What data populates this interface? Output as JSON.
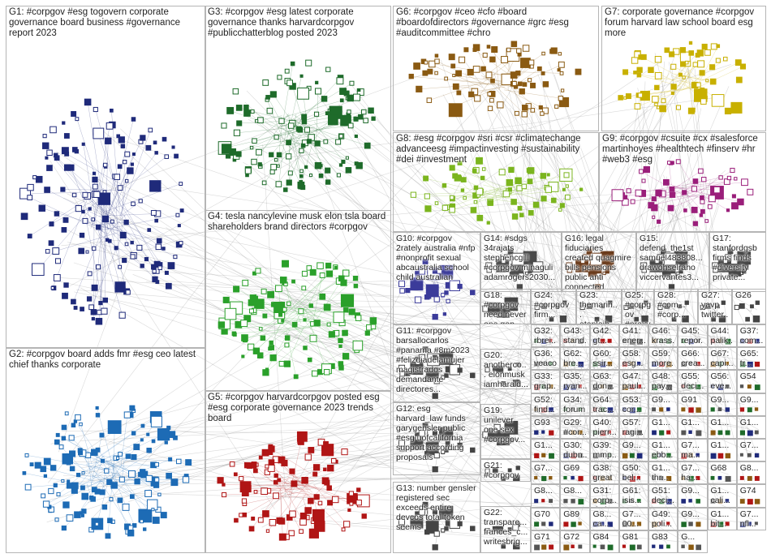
{
  "groups": [
    {
      "id": "G1",
      "label": "G1: #corpgov #esg togovern corporate governance board business #governance report 2023",
      "color": "#1f2a7a"
    },
    {
      "id": "G3",
      "label": "G3: #corpgov #esg latest corporate governance thanks harvardcorpgov #publicchatterblog posted 2023",
      "color": "#1e6b2a"
    },
    {
      "id": "G6",
      "label": "G6: #corpgov #ceo #cfo #board #boardofdirectors #governance #grc #esg #auditcommittee #chro",
      "color": "#8a5a12"
    },
    {
      "id": "G7",
      "label": "G7: corporate governance #corpgov forum harvard law school board esg more",
      "color": "#c8b000"
    },
    {
      "id": "G8",
      "label": "G8: #esg #corpgov #sri #csr #climatechange advanceesg #impactinvesting #sustainability #dei #investment",
      "color": "#7bb51e"
    },
    {
      "id": "G9",
      "label": "G9: #corpgov #csuite #cx #salesforce martinhoyes #healthtech #finserv #hr #web3 #esg",
      "color": "#9a1e7a"
    },
    {
      "id": "G4",
      "label": "G4: tesla nancylevine musk elon tsla board shareholders brand directors #corpgov",
      "color": "#2aa02a"
    },
    {
      "id": "G10",
      "label": "G10: #corpgov 2rately australia #nfp #nonprofit sexual abcaustralia school child australian",
      "color": "#3b3b9a"
    },
    {
      "id": "G14",
      "label": "G14: #sdgs 34rajats stephencgill #corpgov minaguli adamrogers2030...",
      "color": "#4a4a4a"
    },
    {
      "id": "G16",
      "label": "G16: legal fiduciaries created quagmire bills pensions public anti connected...",
      "color": "#6a3a1a"
    },
    {
      "id": "G15",
      "label": "G15: defend_the1st samuel483808... drawohselraho viccervantes3...",
      "color": "#444"
    },
    {
      "id": "G17",
      "label": "G17: stanfordgsb firms finds #diversity private...",
      "color": "#444"
    },
    {
      "id": "G18",
      "label": "G18: #corpgov need never one gop potus...",
      "color": "#444"
    },
    {
      "id": "G24",
      "label": "G24: #corpgov firm...",
      "color": "#444"
    },
    {
      "id": "G23",
      "label": "G23: themarin... etanleib...",
      "color": "#444"
    },
    {
      "id": "G25",
      "label": "G25: #corpgov #proxys...",
      "color": "#444"
    },
    {
      "id": "G28",
      "label": "G28: #com... #corp...",
      "color": "#444"
    },
    {
      "id": "G27",
      "label": "G27: yavp twitter...",
      "color": "#444"
    },
    {
      "id": "G26",
      "label": "G26",
      "color": "#444"
    },
    {
      "id": "G11",
      "label": "G11: #corpgov barsallocarlos #panama #8m2023 #felizdiadelamujer magistrados demandante directores...",
      "color": "#444"
    },
    {
      "id": "G20",
      "label": "G20: anotherco... elonmusk iamharald...",
      "color": "#444"
    },
    {
      "id": "G19",
      "label": "G19: unilever one sex #corpgov...",
      "color": "#444"
    },
    {
      "id": "G21",
      "label": "G21: #corpgov",
      "color": "#444"
    },
    {
      "id": "G2",
      "label": "G2: #corpgov board adds fmr #esg ceo latest chief thanks corporate",
      "color": "#1d6bb5"
    },
    {
      "id": "G5",
      "label": "G5: #corpgov harvardcorpgov posted esg #esg corporate governance 2023 trends board",
      "color": "#b01515"
    },
    {
      "id": "G12",
      "label": "G12: esg harvard_law funds garygensler public #esg uofcalifornia support according proposals",
      "color": "#444"
    },
    {
      "id": "G13",
      "label": "G13: number gensler registered sec exceeds entire devcos total token seems",
      "color": "#444"
    },
    {
      "id": "G22",
      "label": "G22: transpare... frances_c... writesbrig...",
      "color": "#444"
    }
  ],
  "small_groups": [
    "G32: rbrei... sm68...",
    "G43: stand... gt...",
    "G42: gt...",
    "G41: ener...",
    "G46: krass...",
    "G45: repor...",
    "G44: palik...",
    "G37: com...",
    "G36: veaco #cor...",
    "G62: bre...",
    "G60: ssir...",
    "G58: esg...",
    "G59: more...",
    "G66: crea...",
    "G67: capi...",
    "G65: tr...",
    "G33: grap... john...",
    "G35: ryan...",
    "G63: don...",
    "G47: paul...",
    "G48: pay...",
    "G55: deci...",
    "G56: eve...",
    "G54",
    "G52: find...",
    "G34: forum econ...",
    "G64: trac...",
    "G53: cor...",
    "G9...",
    "G91",
    "G9...",
    "G9...",
    "G93",
    "G29: #cor... ir...",
    "G40: pierr... pce...",
    "G57: ragi...",
    "G1...",
    "G1...",
    "G1...",
    "G1...",
    "G1...",
    "G30: dubn... ferris...",
    "G39: mmp...",
    "G9...",
    "G1... ebb...",
    "G7... ma...",
    "G1...",
    "G7...",
    "G7...",
    "G69",
    "G38: great than...",
    "G50: bel...",
    "G1... thr...",
    "G7... ha...",
    "G68",
    "G8...",
    "G8...",
    "G8...",
    "G31: corp... drchr...",
    "G61: isis...",
    "G51: deci...",
    "G9...",
    "G1... cali...",
    "G74",
    "G70",
    "G89",
    "G8... ca...",
    "G7... 00...",
    "G49: poli...",
    "G9...",
    "G1... bit...",
    "G7... nfl...",
    "G71",
    "G72",
    "G84",
    "G81",
    "G83",
    "G..."
  ],
  "colors": {
    "background": "#ffffff",
    "panel_border": "#b5b5b5",
    "edge": "#7a7a7a",
    "label_text": "#222222"
  }
}
